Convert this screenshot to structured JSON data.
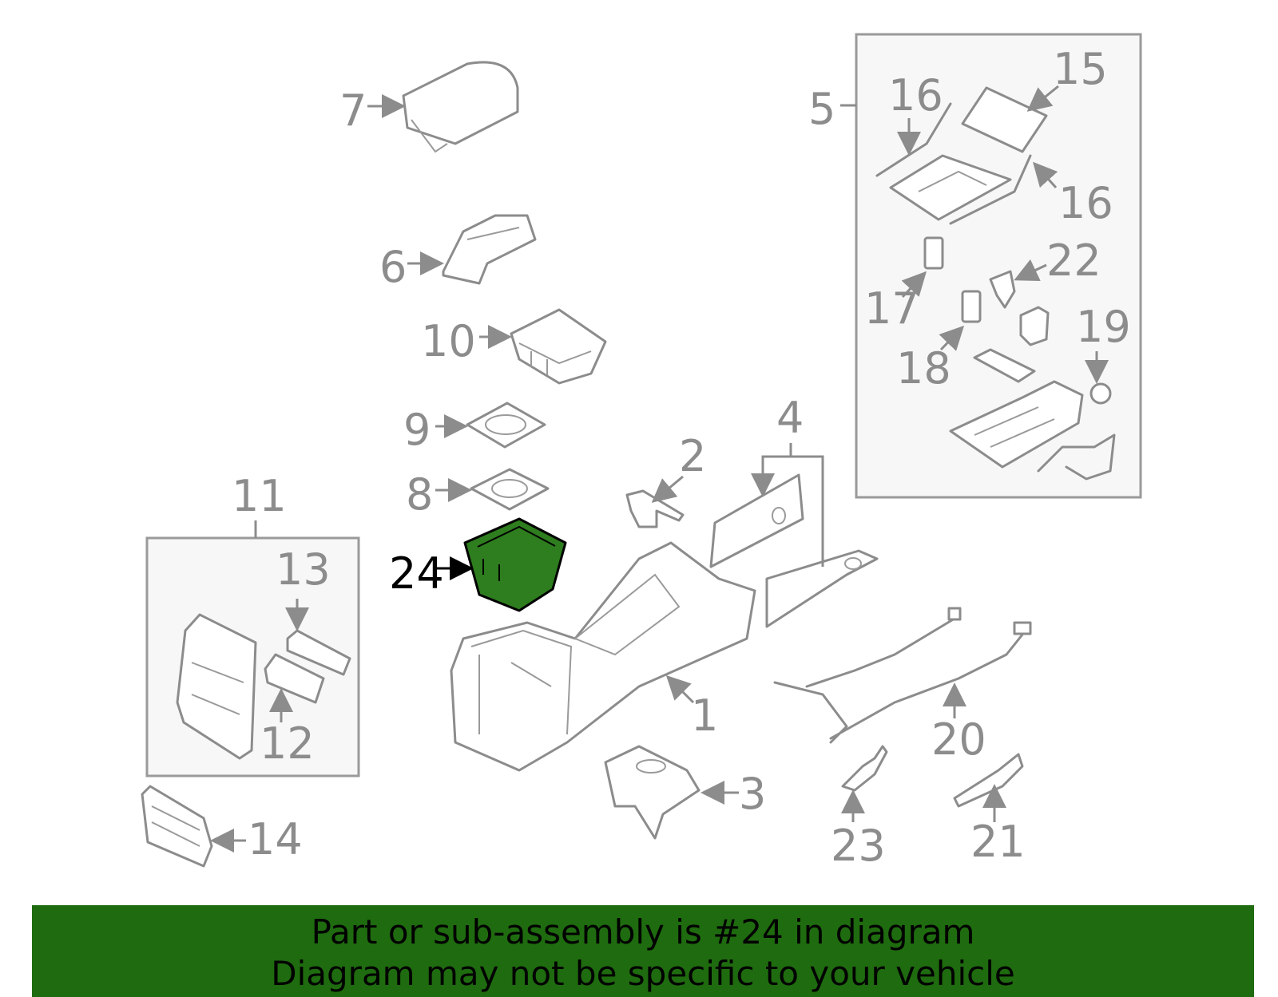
{
  "diagram": {
    "highlighted_part": "24",
    "highlight_color": "#2e7d1e",
    "callouts": [
      "1",
      "2",
      "3",
      "4",
      "5",
      "6",
      "7",
      "8",
      "9",
      "10",
      "11",
      "12",
      "13",
      "14",
      "15",
      "16",
      "16",
      "17",
      "18",
      "19",
      "20",
      "21",
      "22",
      "23",
      "24"
    ]
  },
  "banner": {
    "line1": "Part or sub-assembly is #24 in diagram",
    "line2": "Diagram may not be specific to your vehicle",
    "background": "#1f6b0f"
  }
}
